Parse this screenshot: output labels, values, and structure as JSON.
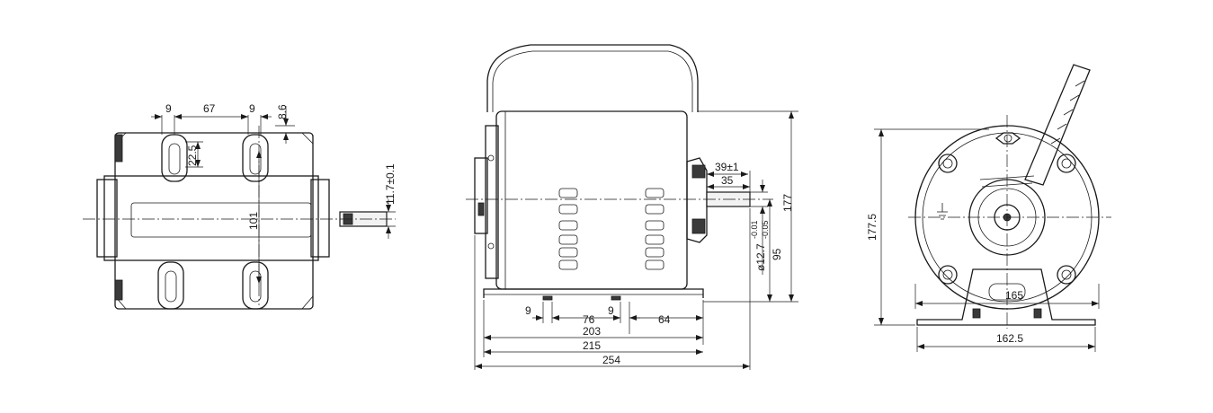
{
  "dimensions": {
    "left_view": {
      "slot_gap": "9",
      "slot_pitch": "67",
      "slot_gap_right": "9",
      "top_offset": "8.6",
      "slot_length": "22.5",
      "mount_pitch": "101",
      "shaft_flat": "11.7±0.1"
    },
    "side_view": {
      "shaft_shoulder": "39±1",
      "shaft_length": "35",
      "overall_height": "177",
      "shaft_center_height": "95",
      "shaft_diameter": "ø12.7",
      "shaft_tolerance_upper": "-0.01",
      "shaft_tolerance_lower": "-0.05",
      "base_slot_left": "9",
      "base_pitch": "76",
      "base_slot_right": "9",
      "base_rear": "64",
      "base_span": "203",
      "base_length": "215",
      "overall_length": "254"
    },
    "front_view": {
      "overall_height": "177.5",
      "mount_width": "165",
      "base_width": "162.5"
    }
  },
  "colors": {
    "line": "#1a1a1a",
    "background": "#ffffff",
    "fill": "#f2f2f2"
  }
}
